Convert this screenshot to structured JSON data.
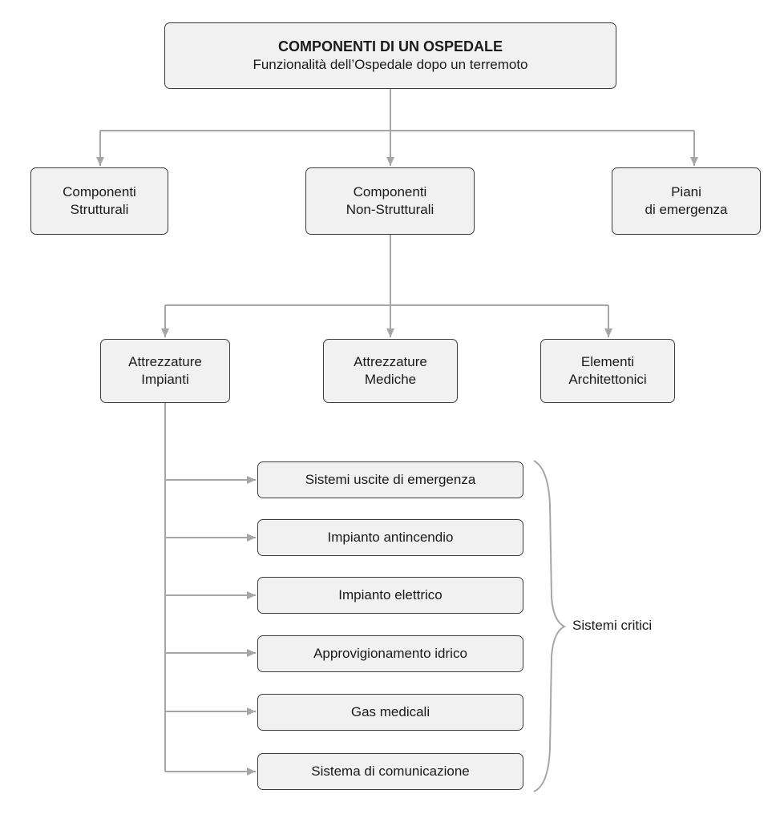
{
  "root": {
    "title": "COMPONENTI DI UN OSPEDALE",
    "subtitle": "Funzionalità dell’Ospedale dopo un terremoto"
  },
  "level1": [
    {
      "line1": "Componenti",
      "line2": "Strutturali"
    },
    {
      "line1": "Componenti",
      "line2": "Non-Strutturali"
    },
    {
      "line1": "Piani",
      "line2": "di emergenza"
    }
  ],
  "level2": [
    {
      "line1": "Attrezzature",
      "line2": "Impianti"
    },
    {
      "line1": "Attrezzature",
      "line2": "Mediche"
    },
    {
      "line1": "Elementi",
      "line2": "Architettonici"
    }
  ],
  "systems": [
    "Sistemi uscite di emergenza",
    "Impianto antincendio",
    "Impianto elettrico",
    "Approvigionamento idrico",
    "Gas medicali",
    "Sistema di comunicazione"
  ],
  "brace_label": "Sistemi critici",
  "colors": {
    "box_fill": "#f1f1f1",
    "box_border": "#3c3c3c",
    "connector": "#a6a6a6"
  }
}
